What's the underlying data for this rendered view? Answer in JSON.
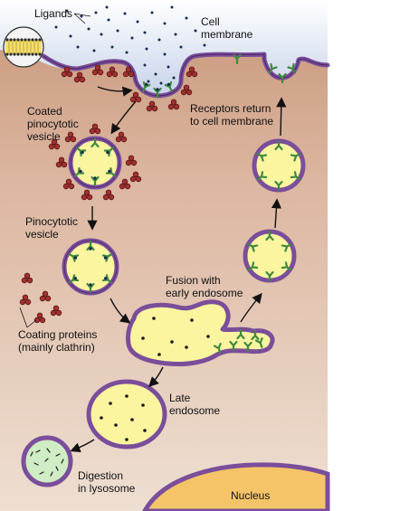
{
  "labels": {
    "ligands": "Ligands",
    "cell_membrane": [
      "Cell",
      "membrane"
    ],
    "coated_vesicle": [
      "Coated",
      "pinocytotic",
      "vesicle"
    ],
    "pinocytotic_vesicle": [
      "Pinocytotic",
      "vesicle"
    ],
    "coating_proteins": [
      "Coating proteins",
      "(mainly clathrin)"
    ],
    "fusion": [
      "Fusion with",
      "early endosome"
    ],
    "receptors_return": [
      "Receptors return",
      "to cell membrane"
    ],
    "late_endosome": [
      "Late",
      "endosome"
    ],
    "digestion": [
      "Digestion",
      "in lysosome"
    ],
    "nucleus": "Nucleus"
  },
  "colors": {
    "extracellular": "#dde6f4",
    "cytoplasm": "#cfa38a",
    "membrane": "#7a4e9a",
    "membrane_dark": "#4a2466",
    "vesicle_fill": "#fbf5a0",
    "lysosome_fill": "#cfecc4",
    "nucleus_fill": "#f5c469",
    "clathrin": "#a0312e",
    "receptor": "#3f8a3e",
    "ligand_dot": "#1a2a55"
  }
}
